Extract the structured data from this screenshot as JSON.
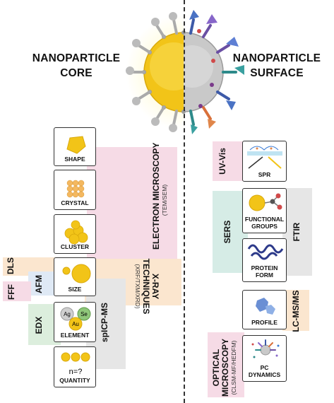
{
  "titles": {
    "core": [
      "NANOPARTICLE",
      "CORE"
    ],
    "surface": [
      "NANOPARTICLE",
      "SURFACE"
    ]
  },
  "core_cards": {
    "shape": "SHAPE",
    "crystal": "CRYSTAL",
    "cluster": "CLUSTER",
    "size": "SIZE",
    "element": "ELEMENT",
    "element_symbols": [
      "Ag",
      "Au",
      "Se"
    ],
    "quantity": "QUANTITY",
    "quantity_question": "n=?"
  },
  "core_techniques": {
    "em_main": "ELECTRON MICROSCOPY",
    "em_sub": "(TEM/SEM)",
    "dls": "DLS",
    "afm": "AFM",
    "fff": "FFF",
    "xray_main_1": "X-RAY",
    "xray_main_2": "TECHNIQUES",
    "xray_sub": "(XRF/TXM/XRD)",
    "edx": "EDX",
    "spicpms": "spICP-MS"
  },
  "surface_cards": {
    "spr": "SPR",
    "functional": [
      "FUNCTIONAL",
      "GROUPS"
    ],
    "protein": [
      "PROTEIN",
      "FORM"
    ],
    "profile": "PROFILE",
    "pc": [
      "PC",
      "DYNAMICS"
    ]
  },
  "surface_techniques": {
    "uvvis": "UV-Vis",
    "sers": "SERS",
    "ftir": "FTIR",
    "lcms": "LC-MS/MS",
    "opt_main_1": "OPTICAL",
    "opt_main_2": "MICROSCOPY",
    "opt_sub": "(CLSM-MF/HEDFM)"
  },
  "colors": {
    "pink": "#f6dbe6",
    "peach": "#fbe6cf",
    "gray": "#e6e6e6",
    "green": "#dceedd",
    "blue": "#dfe9f5",
    "teal": "#d6ece6",
    "gold": "#f2c418",
    "particle_gray": "#c8c8c8"
  }
}
